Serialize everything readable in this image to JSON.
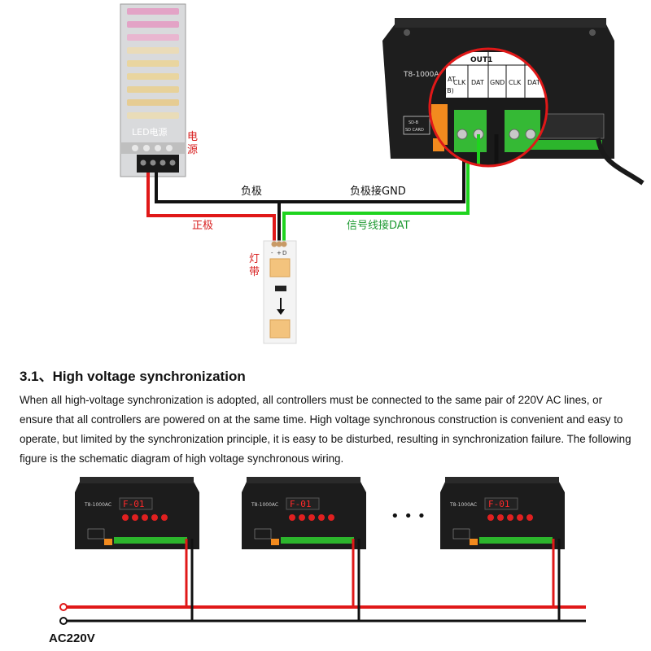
{
  "top_diagram": {
    "psu_label": "LED电源",
    "psu_title_line1": "电",
    "psu_title_line2": "源",
    "controller_model": "T8-1000AC",
    "out_label": "OUT1",
    "sd_label_1": "SD-B",
    "sd_label_2": "SD CARD",
    "terminal_labels": [
      "CLK",
      "DAT",
      "GND",
      "CLK",
      "DAT"
    ],
    "partial_label_top": "AT",
    "partial_label_bottom": "(B)",
    "neg_label": "负极",
    "neg_to_gnd_label": "负极接GND",
    "pos_label": "正极",
    "signal_label": "信号线接DAT",
    "strip_label_1": "灯",
    "strip_label_2": "带",
    "strip_pins": [
      "-",
      "+",
      "D"
    ],
    "colors": {
      "red_wire": "#e01818",
      "black_wire": "#111111",
      "green_wire": "#1fd41f",
      "zoom_ring": "#e01818"
    }
  },
  "section": {
    "heading": "3.1、High voltage synchronization",
    "body": "When all high-voltage synchronization is adopted, all controllers must be connected to the same pair of 220V AC lines, or ensure that all controllers are powered on at the same time. High voltage synchronous construction is convenient and easy to operate, but limited by the synchronization principle, it is easy to be disturbed, resulting in synchronization failure. The following figure is the schematic diagram of high voltage synchronous wiring."
  },
  "bottom_diagram": {
    "controllers": [
      {
        "model": "T8-1000AC",
        "display": "F-01"
      },
      {
        "model": "T8-1000AC",
        "display": "F-01"
      },
      {
        "model": "T8-1000AC",
        "display": "F-01"
      }
    ],
    "ellipsis": "• • •",
    "ac_label": "AC220V"
  }
}
